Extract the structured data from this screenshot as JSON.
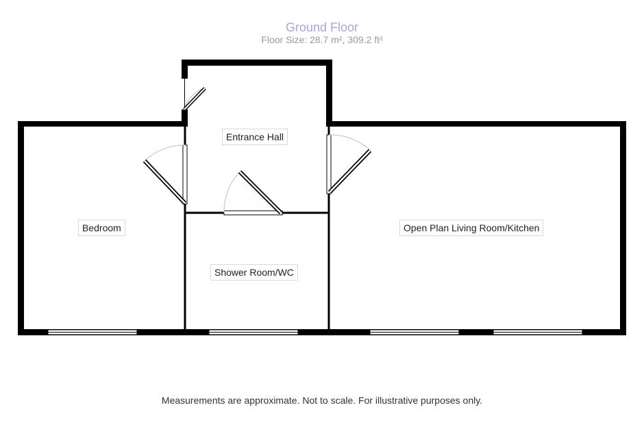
{
  "header": {
    "title": "Ground Floor",
    "floor_size": "Floor Size: 28.7 m², 309.2 ft²"
  },
  "rooms": [
    {
      "name": "Entrance Hall"
    },
    {
      "name": "Bedroom"
    },
    {
      "name": "Shower Room/WC"
    },
    {
      "name": "Open Plan Living Room/Kitchen"
    }
  ],
  "footer": {
    "disclaimer": "Measurements are approximate. Not to scale. For illustrative purposes only."
  },
  "colors": {
    "title": "#a6a6e6",
    "wall": "#000000",
    "label_border": "#d9d9d9"
  }
}
